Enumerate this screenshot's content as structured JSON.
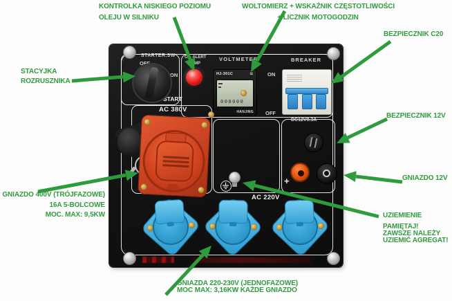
{
  "colors": {
    "annotation_green": "#2e9b3c",
    "panel_black": "#121212",
    "cee_socket_red": "#dd4e27",
    "schuko_socket_blue": "#38a9dd",
    "breaker_toggle_blue": "#4aa2e2",
    "oil_lamp_red": "#e01818",
    "lcd_gray_green": "#c2cab8",
    "screw_gold": "#c9a23c"
  },
  "annotations": {
    "oil_lamp": {
      "line1": "KONTROLKA NISKIEGO POZIOMU",
      "line2": "OLEJU W SILNIKU"
    },
    "voltmeter": {
      "line1": "WOLTOMIERZ + WSKAŹNIK CZĘSTOTLIWOŚCI",
      "line2": "+ LICZNIK MOTOGODZIN"
    },
    "breaker_fuse": {
      "label": "BEZPIECZNIK C20"
    },
    "starter": {
      "line1": "STACYJKA",
      "line2": "ROZRUSZNIKA"
    },
    "fuse_12v": {
      "label": "BEZPIECZNIK 12V"
    },
    "outlet_12v": {
      "label": "GNIAZDO 12V"
    },
    "outlet_400v": {
      "line1": "GNIAZDO 400V (TRÓJFAZOWE)",
      "line2": "16A 5-BOLCOWE",
      "line3": "MOC. MAX: 9,5KW"
    },
    "grounding": {
      "title": "UZIEMIENIE",
      "line1": "PAMIĘTAJ!",
      "line2": "ZAWSZE NALEŻY",
      "line3": "UZIEMIĆ AGREGAT!"
    },
    "outlets_230v": {
      "line1": "GNIAZDA 220-230V (JEDNOFAZOWE)",
      "line2": "MOC MAX: 3,16KW KAŻDE GNIAZDO"
    }
  },
  "panel": {
    "starter": {
      "label": "STARTER.SW",
      "off": "OFF",
      "on": "ON",
      "start": "START"
    },
    "oil_lamp": {
      "line1": "OIL ALERT",
      "line2": "LAMP"
    },
    "voltmeter": {
      "label": "VOLTMETER",
      "model": "HJ-301C",
      "brand": "HANJING",
      "reading": "000000",
      "wave_icon": "≈"
    },
    "breaker": {
      "label": "BREAKER",
      "on": "ON",
      "off": "OFF"
    },
    "dc": {
      "label": "DC12V8.3A",
      "plus": "+",
      "minus": "−"
    },
    "ac380_label": "AC 380V",
    "ac220_label": "AC 220V"
  }
}
